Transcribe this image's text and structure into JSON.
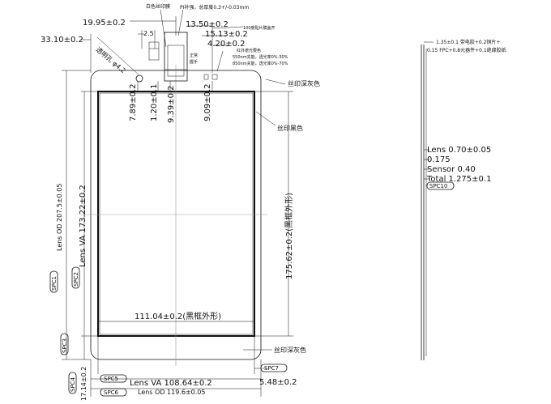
{
  "top_dims": {
    "d19_95": "19.95±0.2",
    "d33_10": "33.10±0.2",
    "d2_5": "2.5",
    "d13_50": "13.50±0.2",
    "d15_13": "15.13±0.2",
    "d4_20": "4.20±0.2",
    "lens_hole": "透明孔",
    "phi": "φ4.2"
  },
  "top_notes": {
    "color_film": "白色丝印膜",
    "pi_note": "PI补强，总厚度0.3+/-0.03mm",
    "top_small": "100度贴片膜盖开",
    "infrared": "红外遮光要色",
    "wave550": "550nm充能，透光率0%-30%",
    "wave850": "850nm充能，透光率0%-70%",
    "positive_hand": "正常",
    "hand": "握手"
  },
  "vertical_dims": {
    "v7_89": "7.89±0.2",
    "v1_20": "1.20±0.1",
    "v9_39": "9.39±0.2",
    "v9_09": "9.09±0.2",
    "lens_va": "Lens VA 173.22±0.2",
    "lens_od": "Lens OD 207.5±0.05",
    "outer": "175.62±0.2(黑框外形)"
  },
  "labels": {
    "silk_dark_top": "丝印深灰色",
    "silk_black": "丝印黑色",
    "silk_dark_bottom": "丝印深灰色",
    "inner_width": "111.04±0.2(黑框外形)",
    "bottom_va": "Lens VA 108.64±0.2",
    "bottom_od": "Lens OD 119.6±0.05",
    "right_548": "5.48±0.2",
    "left_1714": "17.14±0.2"
  },
  "spc": {
    "s1": "SPC1",
    "s2": "SPC2",
    "s3": "SPC3",
    "s4": "SPC4",
    "s5": "SPC5",
    "s6": "SPC6",
    "s7": "SPC7",
    "s10": "SPC10"
  },
  "side_view": {
    "note1": "1.35±0.1 带电胶+0.2铜片+",
    "note2": "0.15 FPC+0.8元器件+0.1绝缘胶纸",
    "lens": "Lens 0.70±0.05",
    "oca": "0.175",
    "sensor": "Sensor 0.40",
    "total": "Total 1.275±0.1"
  }
}
